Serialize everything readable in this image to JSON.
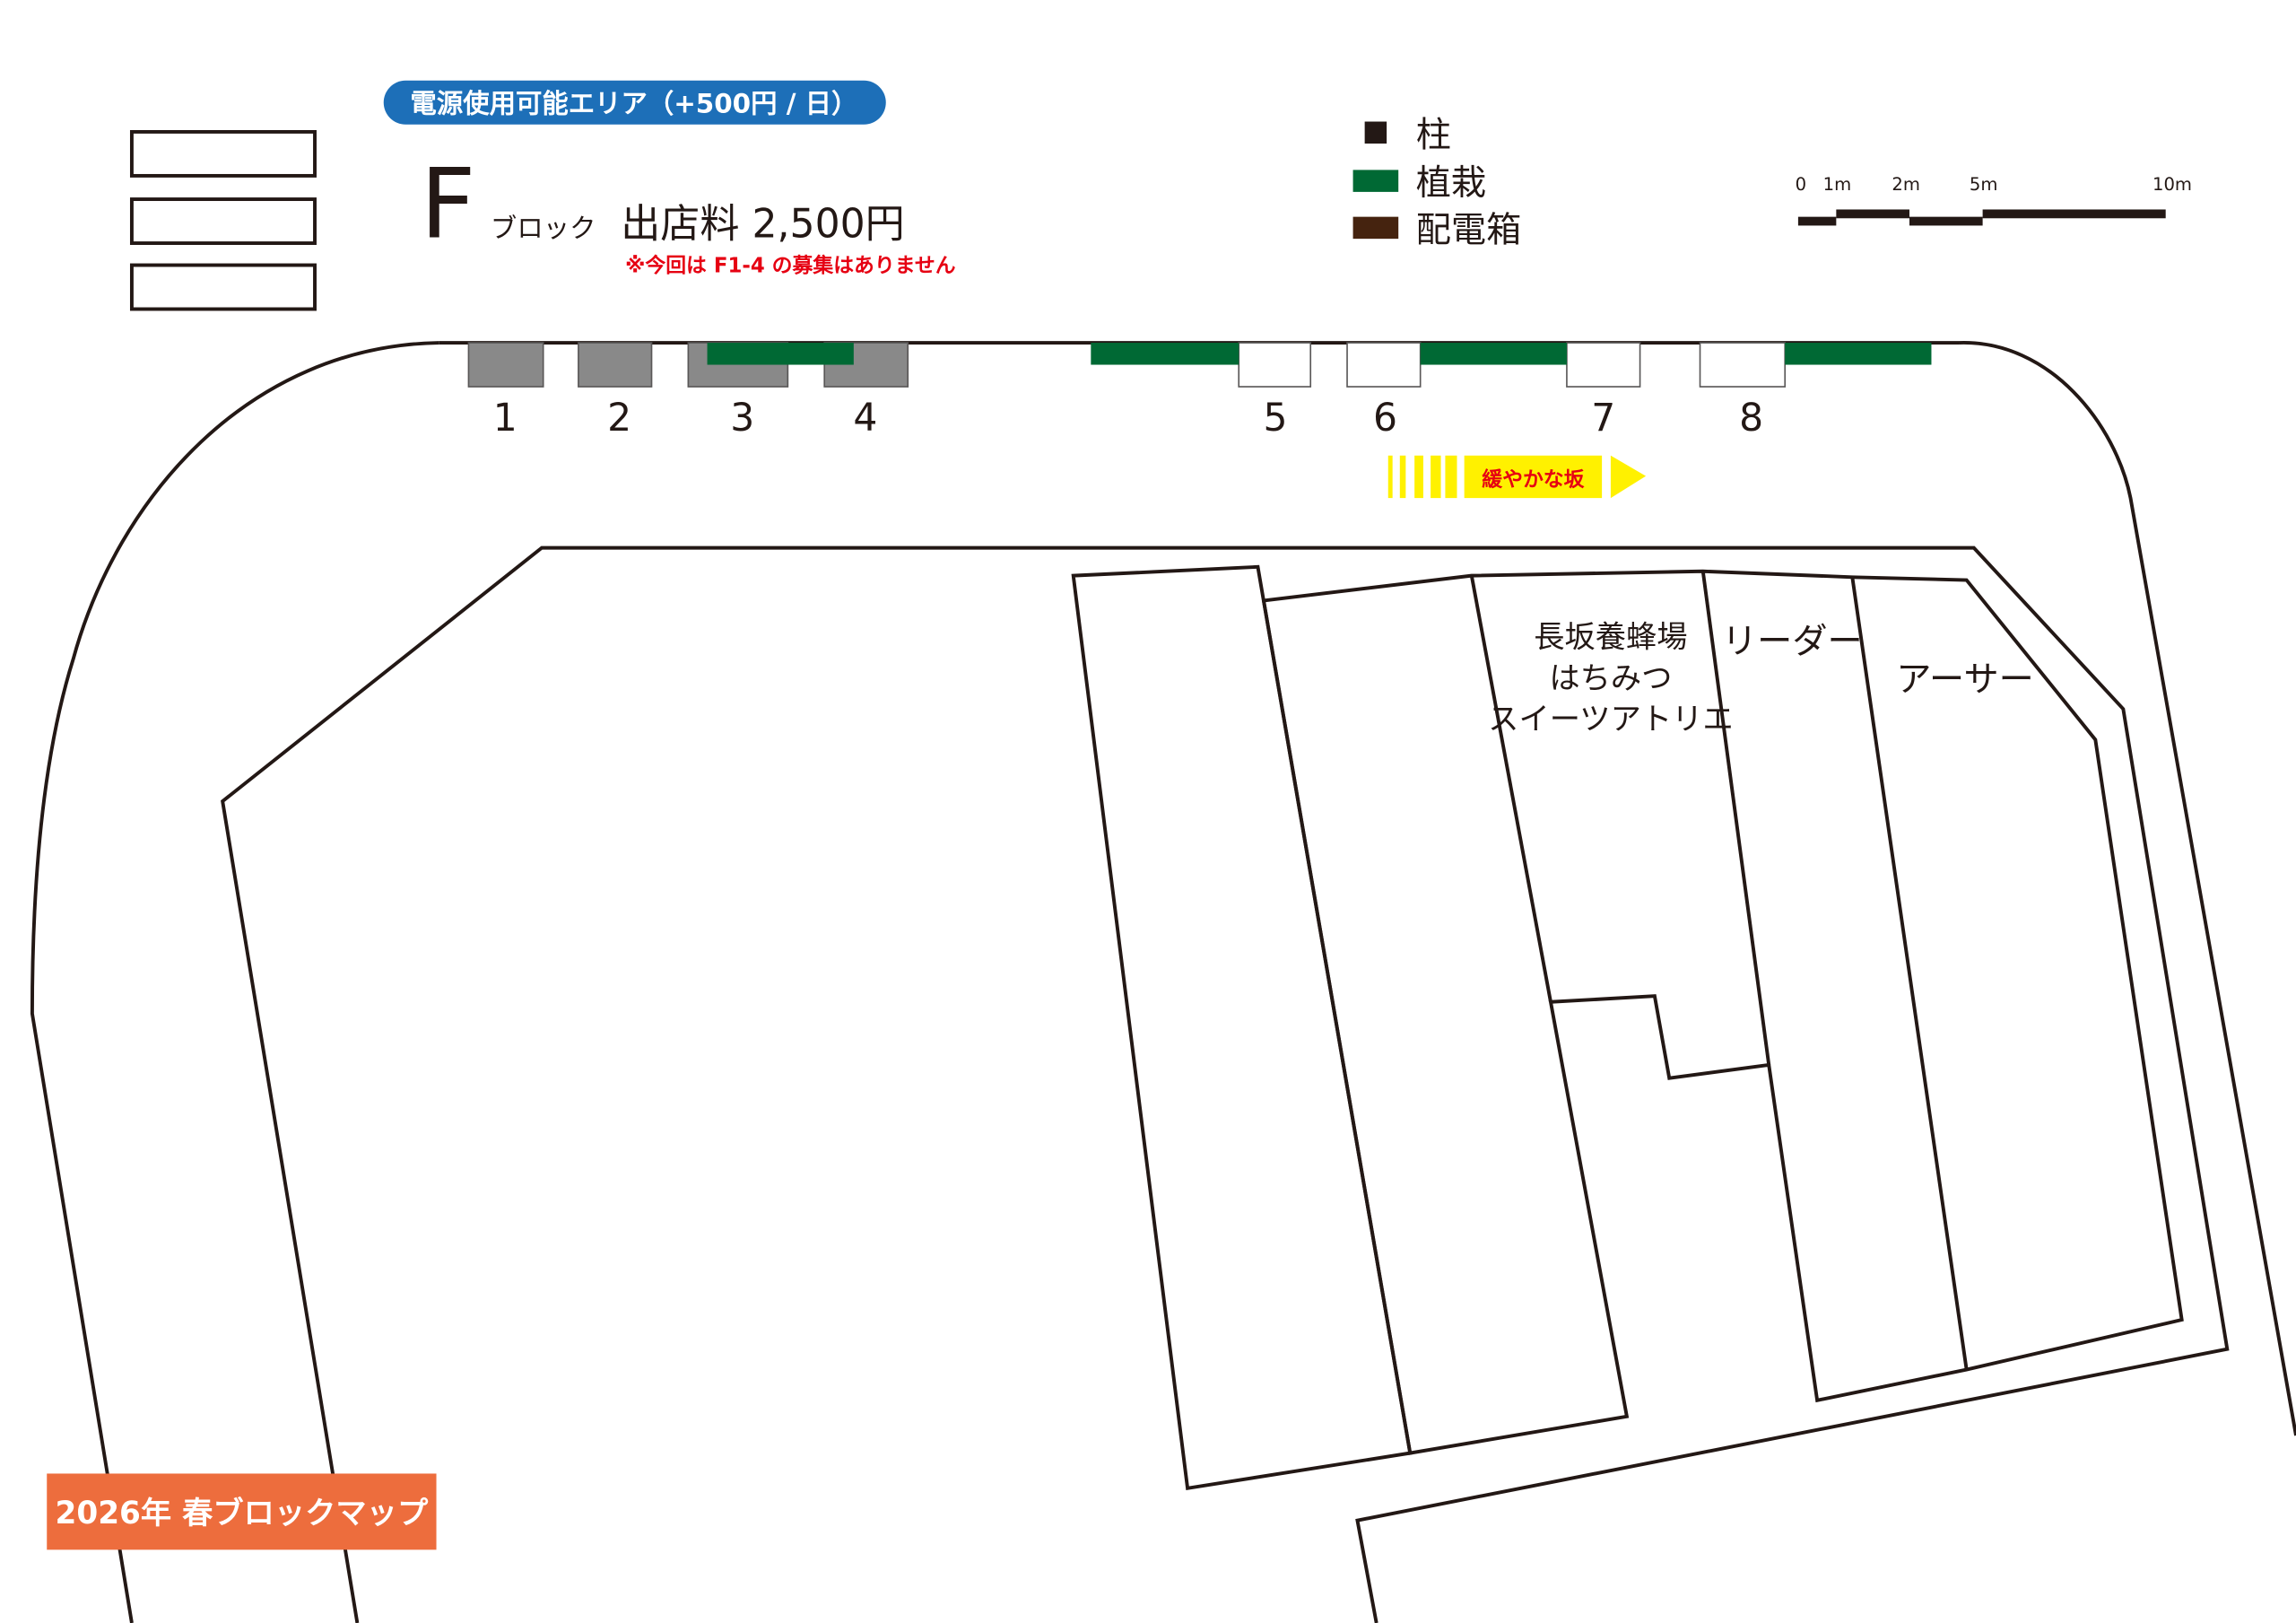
{
  "power_badge": "電源使用可能エリア（+500円 / 日）",
  "block": {
    "letter": "F",
    "suffix": "ブロック",
    "fee": "出店料 2,500円",
    "notice": "※今回は F1-4 の募集はありません"
  },
  "legend": [
    {
      "label": "柱",
      "color": "#231815"
    },
    {
      "label": "植栽",
      "color": "#006934"
    },
    {
      "label": "配電箱",
      "color": "#45230f"
    }
  ],
  "scale": {
    "ticks": [
      "0",
      "1m",
      "2m",
      "5m",
      "10m"
    ]
  },
  "stall_numbers": [
    "1",
    "2",
    "3",
    "4",
    "5",
    "6",
    "7",
    "8"
  ],
  "slope_label": "緩やかな坂",
  "shops": {
    "nagasaka": [
      "長坂養蜂場",
      "はちみつ",
      "スイーツアトリエ"
    ],
    "leader": "リーダー",
    "arthur": "アーサー"
  },
  "footer_badge": "2026年 春ブロックマップ",
  "colors": {
    "badge_blue": "#1d6fb8",
    "notice_red": "#e60012",
    "slope_yellow": "#fff100",
    "footer_orange": "#ed6d3d",
    "pillar_gray": "#898989"
  }
}
